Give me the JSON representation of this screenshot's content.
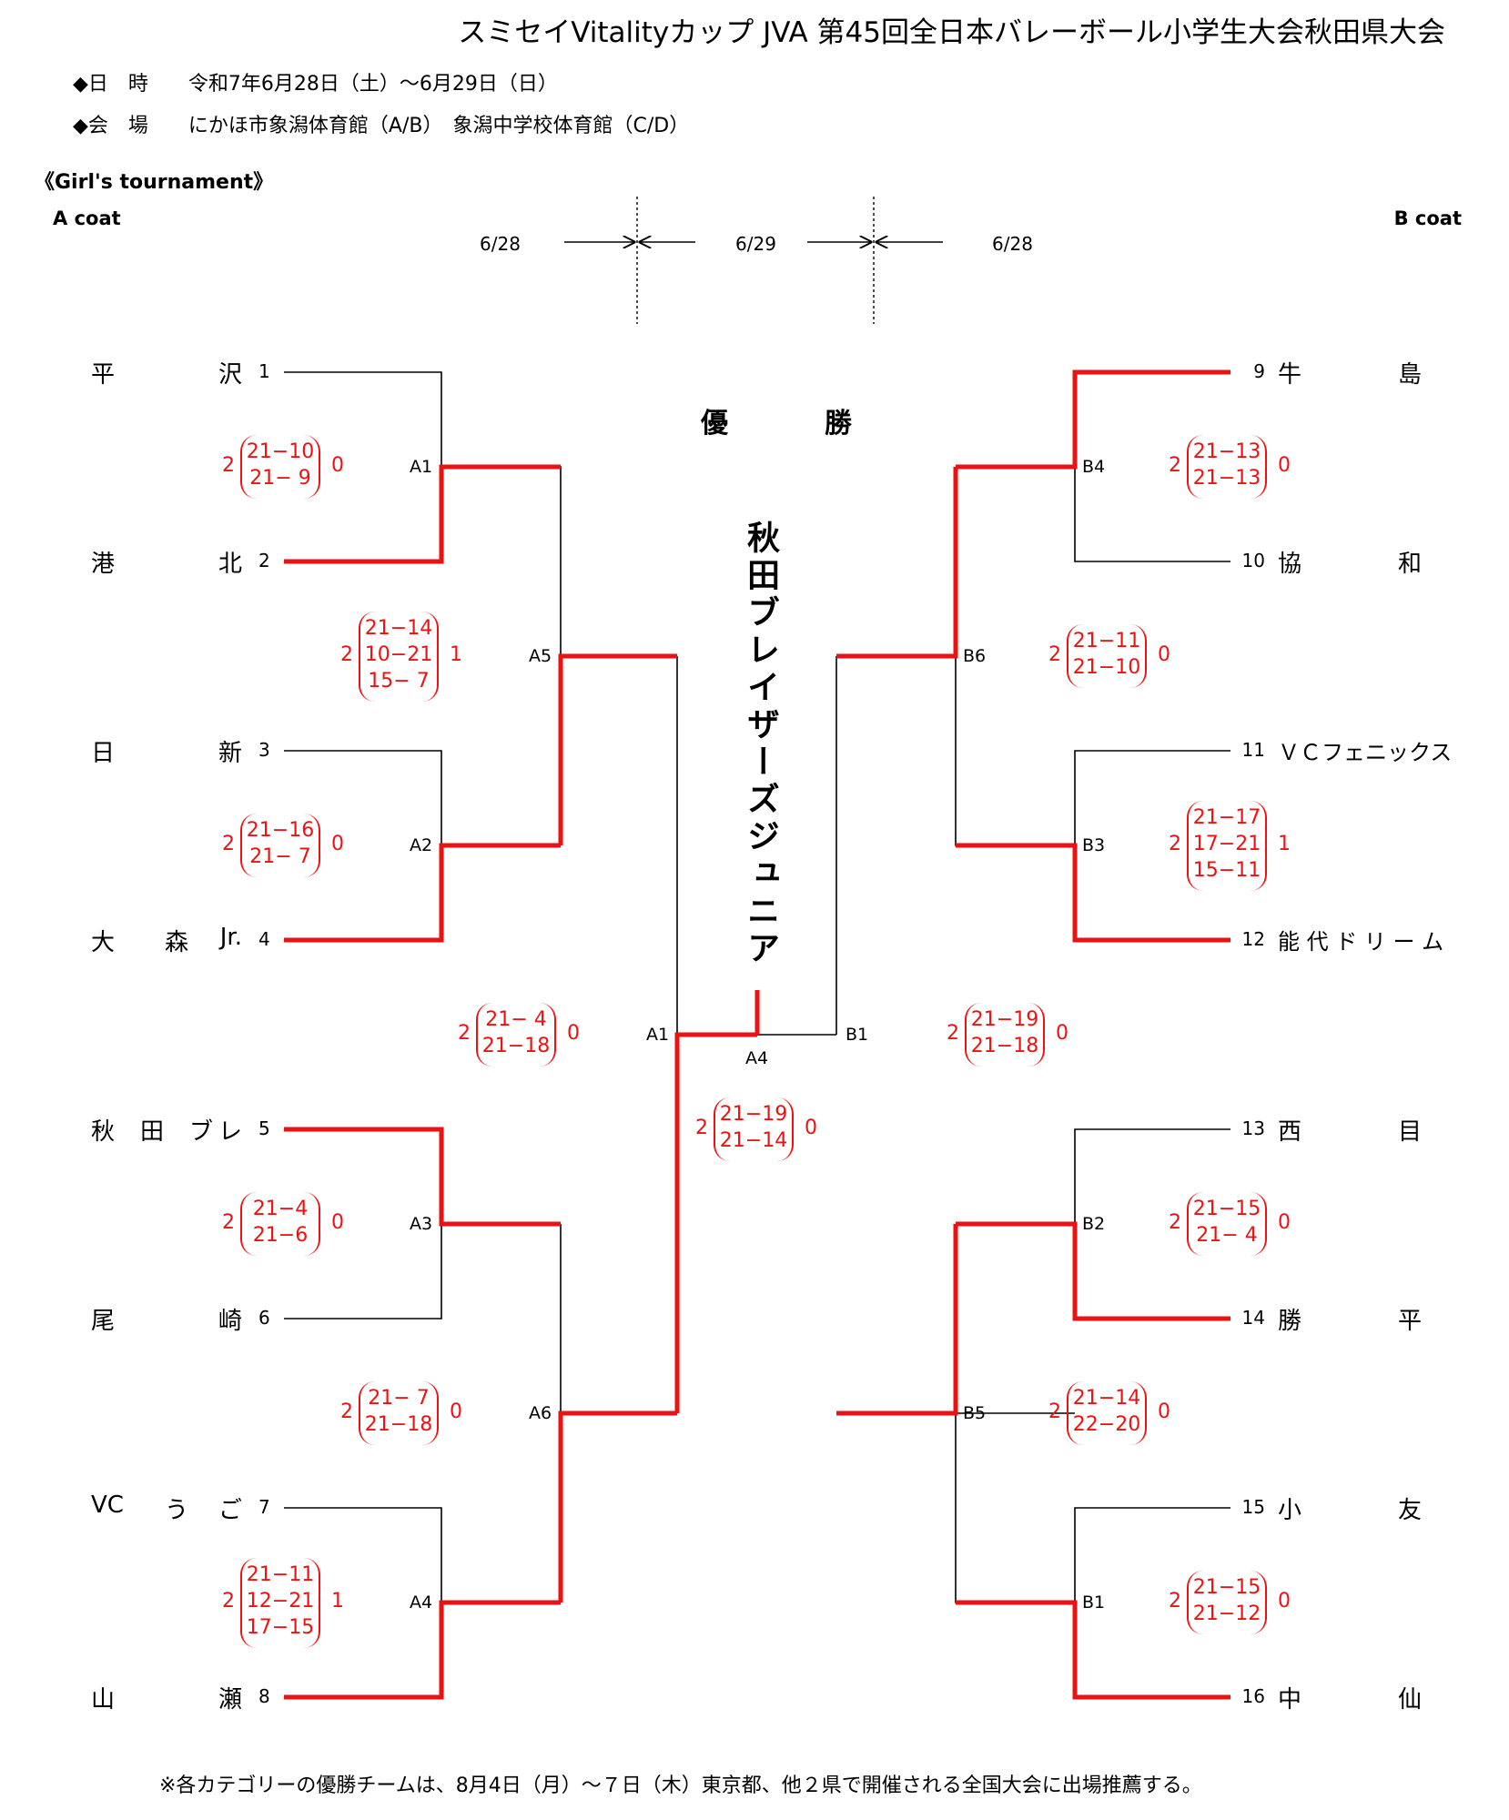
{
  "header": {
    "title": "スミセイVitalityカップ JVA 第45回全日本バレーボール小学生大会秋田県大会",
    "date_line": "◆日　時　　令和7年6月28日（土）～6月29日（日）",
    "venue_line": "◆会　場　　にかほ市象潟体育館（A/B）　象潟中学校体育館（C/D）",
    "section": "《Girl's tournament》",
    "left_coat": "A coat",
    "right_coat": "B coat",
    "dates": [
      "6/28",
      "6/29",
      "6/28"
    ]
  },
  "champion": {
    "heading": "優　勝",
    "team": "秋田ブレイザーズジュニア"
  },
  "teams_left": [
    {
      "num": "1",
      "chars": [
        "平",
        "沢"
      ]
    },
    {
      "num": "2",
      "chars": [
        "港",
        "北"
      ]
    },
    {
      "num": "3",
      "chars": [
        "日",
        "新"
      ]
    },
    {
      "num": "4",
      "chars": [
        "大",
        "森",
        "Jr."
      ]
    },
    {
      "num": "5",
      "chars": [
        "秋",
        "田",
        "ブ",
        "レ"
      ]
    },
    {
      "num": "6",
      "chars": [
        "尾",
        "崎"
      ]
    },
    {
      "num": "7",
      "chars": [
        "VC",
        "う",
        "ご"
      ]
    },
    {
      "num": "8",
      "chars": [
        "山",
        "瀬"
      ]
    }
  ],
  "teams_right": [
    {
      "num": "9",
      "chars": [
        "牛",
        "島"
      ]
    },
    {
      "num": "10",
      "chars": [
        "協",
        "和"
      ]
    },
    {
      "num": "11",
      "chars": [
        "ＶＣフェニックス"
      ]
    },
    {
      "num": "12",
      "chars": [
        "能 代 ド リ ー ム"
      ]
    },
    {
      "num": "13",
      "chars": [
        "西",
        "目"
      ]
    },
    {
      "num": "14",
      "chars": [
        "勝",
        "平"
      ]
    },
    {
      "num": "15",
      "chars": [
        "小",
        "友"
      ]
    },
    {
      "num": "16",
      "chars": [
        "中",
        "仙"
      ]
    }
  ],
  "match_labels": {
    "A1": "A1",
    "A2": "A2",
    "A3": "A3",
    "A4": "A4",
    "A5": "A5",
    "A6": "A6",
    "B1": "B1",
    "B2": "B2",
    "B3": "B3",
    "B4": "B4",
    "B5": "B5",
    "B6": "B6",
    "SF_left": "A1",
    "SF_right": "B1",
    "Final": "A4"
  },
  "scores": [
    {
      "id": "A1",
      "w": "2",
      "l": "0",
      "sets": [
        "21−10",
        "21−  9"
      ]
    },
    {
      "id": "A2",
      "w": "2",
      "l": "0",
      "sets": [
        "21−16",
        "21−  7"
      ]
    },
    {
      "id": "A3",
      "w": "2",
      "l": "0",
      "sets": [
        "21−4",
        "21−6"
      ]
    },
    {
      "id": "A4",
      "w": "2",
      "l": "1",
      "sets": [
        "21−11",
        "12−21",
        "17−15"
      ]
    },
    {
      "id": "A5",
      "w": "2",
      "l": "1",
      "sets": [
        "21−14",
        "10−21",
        "15−  7"
      ]
    },
    {
      "id": "A6",
      "w": "2",
      "l": "0",
      "sets": [
        "21−  7",
        "21−18"
      ]
    },
    {
      "id": "SFL",
      "w": "2",
      "l": "0",
      "sets": [
        "21−  4",
        "21−18"
      ]
    },
    {
      "id": "FIN",
      "w": "2",
      "l": "0",
      "sets": [
        "21−19",
        "21−14"
      ]
    },
    {
      "id": "SFR",
      "w": "2",
      "l": "0",
      "sets": [
        "21−19",
        "21−18"
      ]
    },
    {
      "id": "B4",
      "w": "2",
      "l": "0",
      "sets": [
        "21−13",
        "21−13"
      ]
    },
    {
      "id": "B6",
      "w": "2",
      "l": "0",
      "sets": [
        "21−11",
        "21−10"
      ]
    },
    {
      "id": "B3",
      "w": "2",
      "l": "1",
      "sets": [
        "21−17",
        "17−21",
        "15−11"
      ]
    },
    {
      "id": "B2",
      "w": "2",
      "l": "0",
      "sets": [
        "21−15",
        "21−  4"
      ]
    },
    {
      "id": "B5",
      "w": "2",
      "l": "0",
      "sets": [
        "21−14",
        "22−20"
      ]
    },
    {
      "id": "B1",
      "w": "2",
      "l": "0",
      "sets": [
        "21−15",
        "21−12"
      ]
    }
  ],
  "colors": {
    "winner_line": "#ee1111",
    "line": "#000000"
  },
  "footer": "※各カテゴリーの優勝チームは、8月4日（月）～７日（木）東京都、他２県で開催される全国大会に出場推薦する。"
}
